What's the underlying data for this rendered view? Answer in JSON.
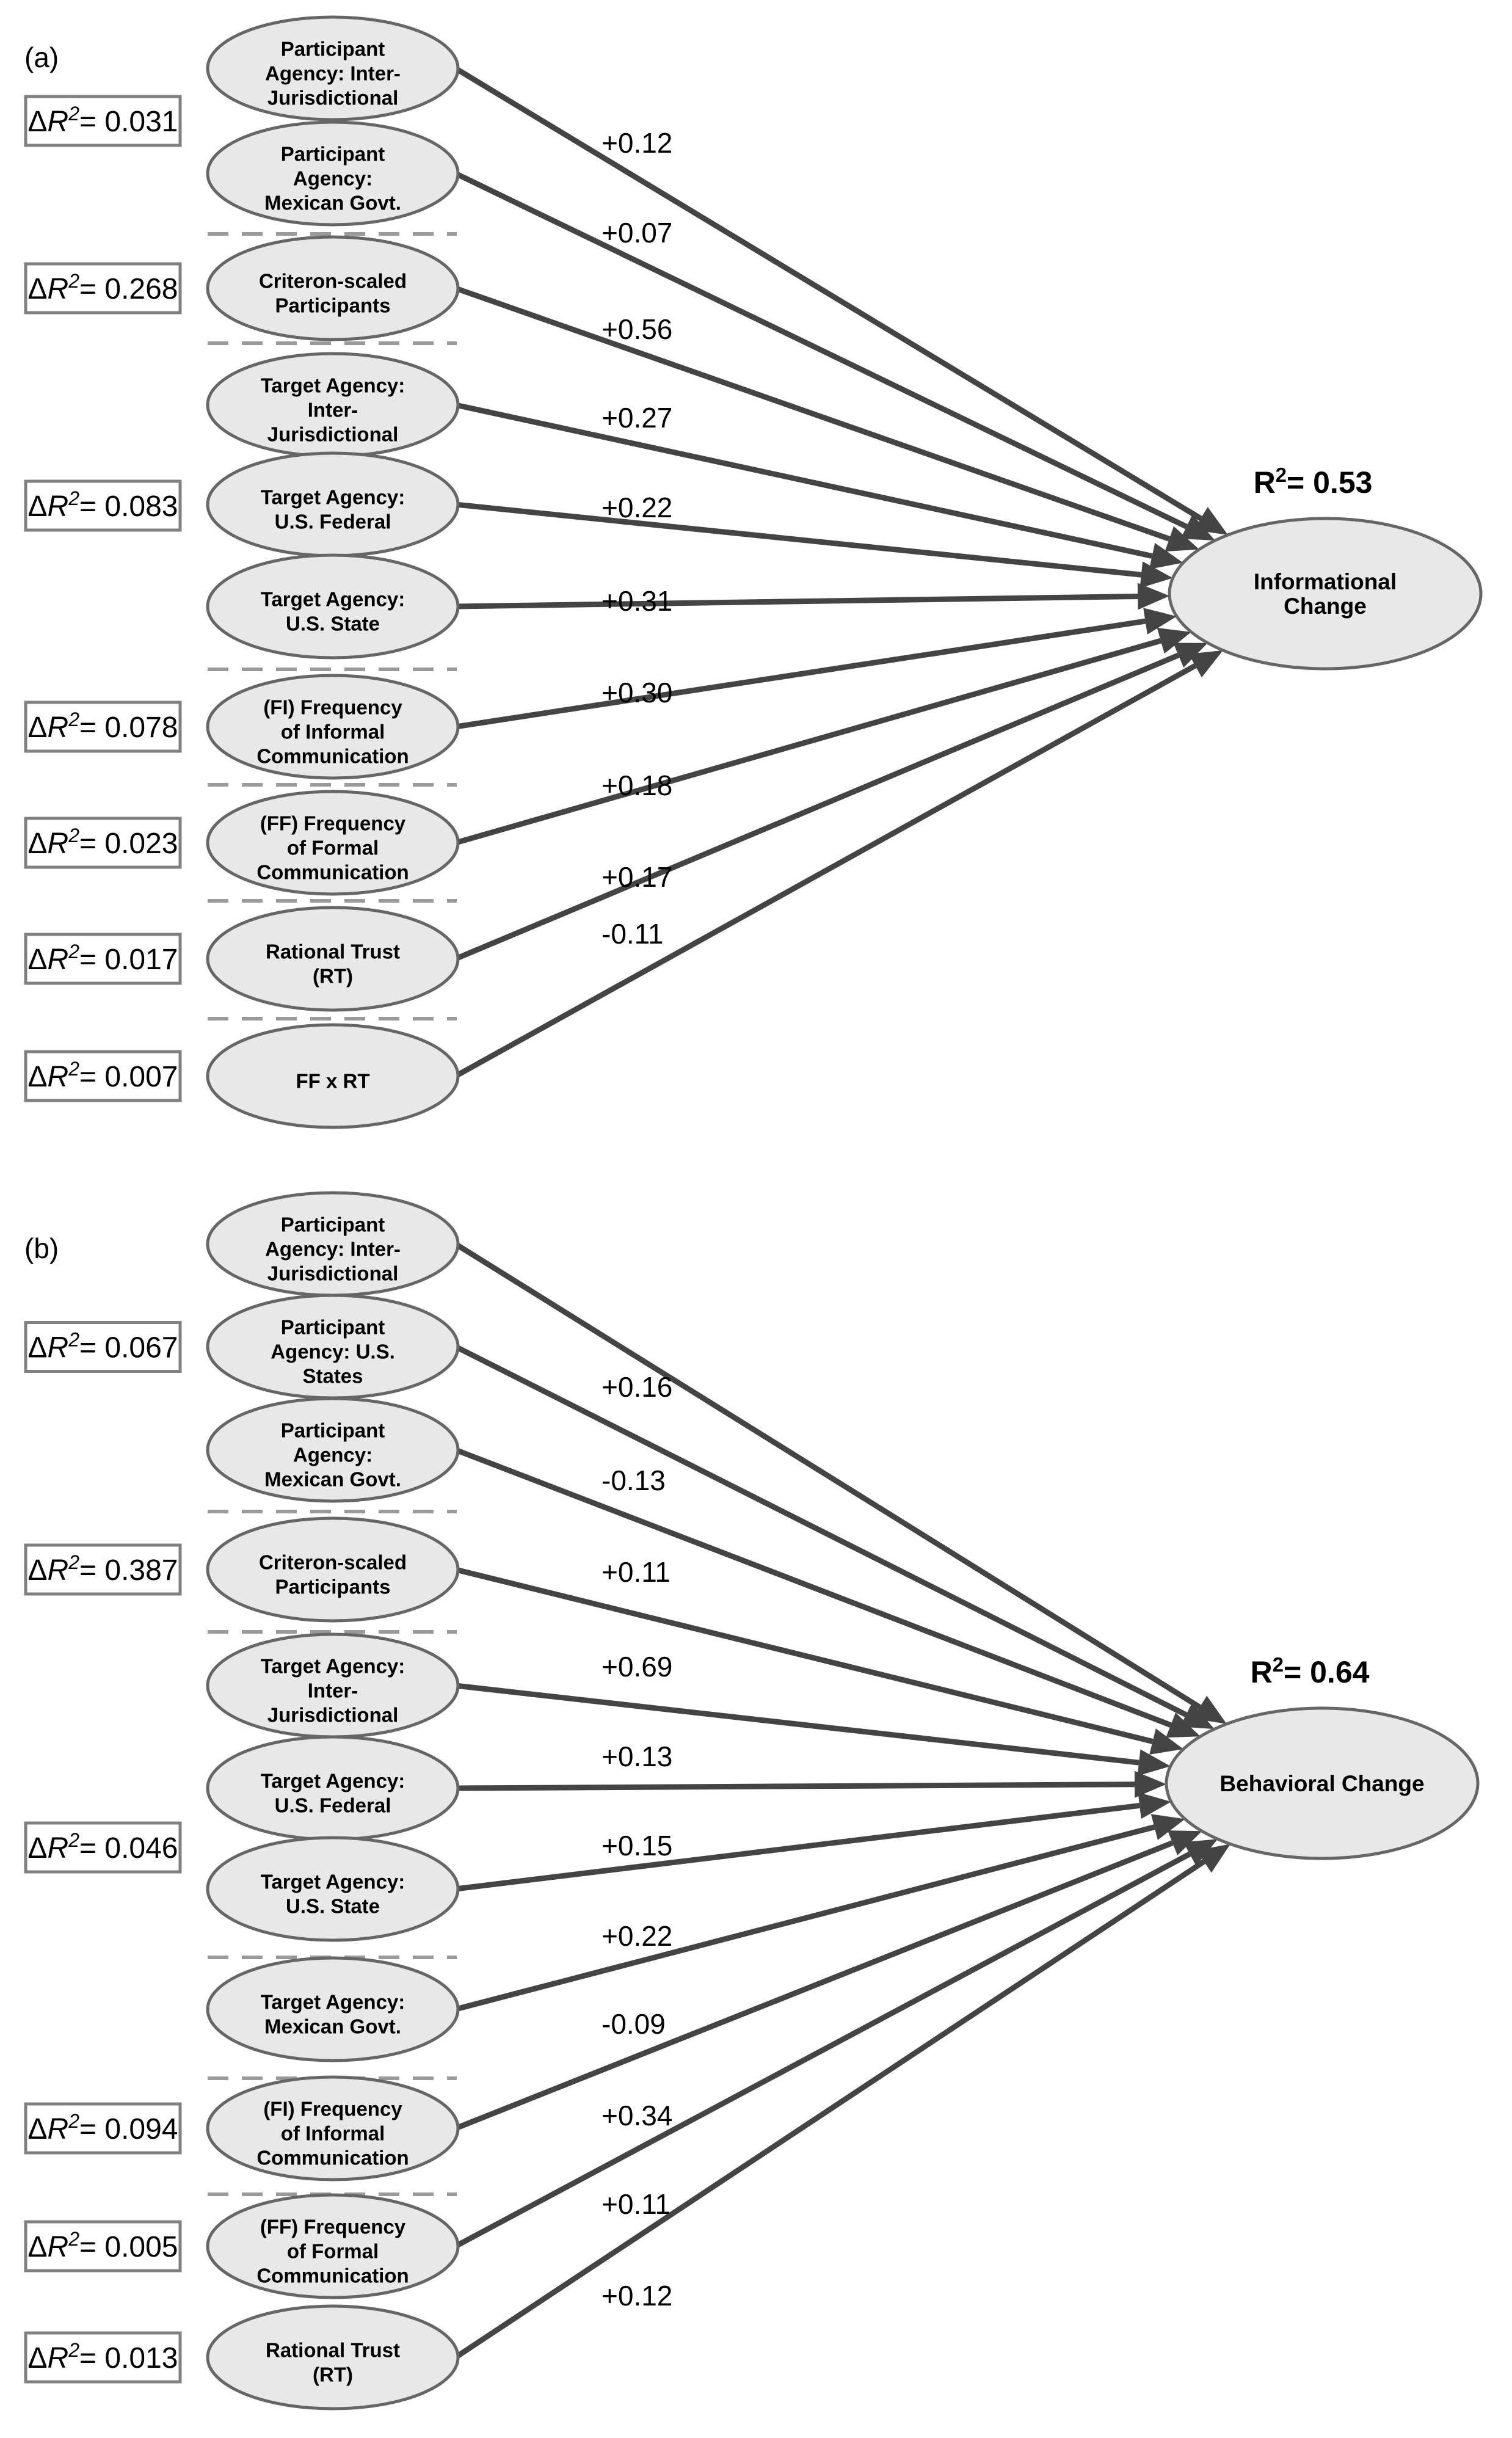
{
  "figure": {
    "type": "path-diagram",
    "panels": [
      {
        "id": "a",
        "label": "(a)",
        "outcome": {
          "name": "Informational Change",
          "r2_label": "R",
          "r2_exponent": "2",
          "r2_value": "= 0.53"
        },
        "groups": [
          {
            "delta_r2": "0.031",
            "predictors": [
              {
                "name": "Participant Agency: Inter-Jurisdictional",
                "lines": [
                  "Participant",
                  "Agency: Inter-",
                  "Jurisdictional"
                ],
                "coefficient": "+0.12"
              },
              {
                "name": "Participant Agency: Mexican Govt.",
                "lines": [
                  "Participant",
                  "Agency:",
                  "Mexican Govt."
                ],
                "coefficient": "+0.07"
              }
            ]
          },
          {
            "delta_r2": "0.268",
            "predictors": [
              {
                "name": "Criteron-scaled Participants",
                "lines": [
                  "Criteron-scaled",
                  "Participants"
                ],
                "coefficient": "+0.56"
              }
            ]
          },
          {
            "delta_r2": "0.083",
            "predictors": [
              {
                "name": "Target Agency: Inter-Jurisdictional",
                "lines": [
                  "Target Agency:",
                  "Inter-",
                  "Jurisdictional"
                ],
                "coefficient": "+0.27"
              },
              {
                "name": "Target Agency: U.S. Federal",
                "lines": [
                  "Target Agency:",
                  "U.S. Federal"
                ],
                "coefficient": "+0.22"
              },
              {
                "name": "Target Agency: U.S. State",
                "lines": [
                  "Target Agency:",
                  "U.S. State"
                ],
                "coefficient": "+0.31"
              }
            ]
          },
          {
            "delta_r2": "0.078",
            "predictors": [
              {
                "name": "(FI) Frequency of Informal Communication",
                "lines": [
                  "(FI) Frequency",
                  "of Informal",
                  "Communication"
                ],
                "coefficient": "+0.30"
              }
            ]
          },
          {
            "delta_r2": "0.023",
            "predictors": [
              {
                "name": "(FF) Frequency of Formal Communication",
                "lines": [
                  "(FF) Frequency",
                  "of Formal",
                  "Communication"
                ],
                "coefficient": "+0.18"
              }
            ]
          },
          {
            "delta_r2": "0.017",
            "predictors": [
              {
                "name": "Rational Trust (RT)",
                "lines": [
                  "Rational Trust",
                  "(RT)"
                ],
                "coefficient": "+0.17"
              }
            ]
          },
          {
            "delta_r2": "0.007",
            "predictors": [
              {
                "name": "FF x RT",
                "lines": [
                  "FF x RT"
                ],
                "coefficient": "-0.11"
              }
            ]
          }
        ]
      },
      {
        "id": "b",
        "label": "(b)",
        "outcome": {
          "name": "Behavioral Change",
          "r2_label": "R",
          "r2_exponent": "2",
          "r2_value": "= 0.64"
        },
        "groups": [
          {
            "delta_r2": "0.067",
            "predictors": [
              {
                "name": "Participant Agency: Inter-Jurisdictional",
                "lines": [
                  "Participant",
                  "Agency: Inter-",
                  "Jurisdictional"
                ],
                "coefficient": "+0.16"
              },
              {
                "name": "Participant Agency: U.S. States",
                "lines": [
                  "Participant",
                  "Agency: U.S.",
                  "States"
                ],
                "coefficient": "-0.13"
              },
              {
                "name": "Participant Agency: Mexican Govt.",
                "lines": [
                  "Participant",
                  "Agency:",
                  "Mexican Govt."
                ],
                "coefficient": "+0.11"
              }
            ]
          },
          {
            "delta_r2": "0.387",
            "predictors": [
              {
                "name": "Criteron-scaled Participants",
                "lines": [
                  "Criteron-scaled",
                  "Participants"
                ],
                "coefficient": "+0.69"
              }
            ]
          },
          {
            "delta_r2": "0.046",
            "predictors": [
              {
                "name": "Target Agency: Inter-Jurisdictional",
                "lines": [
                  "Target Agency:",
                  "Inter-",
                  "Jurisdictional"
                ],
                "coefficient": "+0.13"
              },
              {
                "name": "Target Agency: U.S. Federal",
                "lines": [
                  "Target Agency:",
                  "U.S. Federal"
                ],
                "coefficient": "+0.15"
              },
              {
                "name": "Target Agency: U.S. State",
                "lines": [
                  "Target Agency:",
                  "U.S. State"
                ],
                "coefficient": "+0.22"
              },
              {
                "name": "Target Agency: Mexican Govt.",
                "lines": [
                  "Target Agency:",
                  "Mexican Govt."
                ],
                "coefficient": "-0.09"
              }
            ]
          },
          {
            "delta_r2": "0.094",
            "predictors": [
              {
                "name": "(FI) Frequency of Informal Communication",
                "lines": [
                  "(FI) Frequency",
                  "of Informal",
                  "Communication"
                ],
                "coefficient": "+0.34"
              }
            ]
          },
          {
            "delta_r2": "0.005",
            "predictors": [
              {
                "name": "(FF) Frequency of Formal Communication",
                "lines": [
                  "(FF) Frequency",
                  "of Formal",
                  "Communication"
                ],
                "coefficient": "+0.11"
              }
            ]
          },
          {
            "delta_r2": "0.013",
            "predictors": [
              {
                "name": "Rational Trust (RT)",
                "lines": [
                  "Rational Trust",
                  "(RT)"
                ],
                "coefficient": "+0.12"
              }
            ]
          }
        ]
      }
    ],
    "delta_prefix": "Δ",
    "delta_var": "R",
    "delta_exp": "2",
    "delta_eq": "=",
    "colors": {
      "node_fill": "#e8e8e8",
      "node_stroke": "#666666",
      "edge": "#444444",
      "box_stroke": "#808080",
      "separator": "#9a9a9a",
      "background": "#ffffff"
    }
  }
}
